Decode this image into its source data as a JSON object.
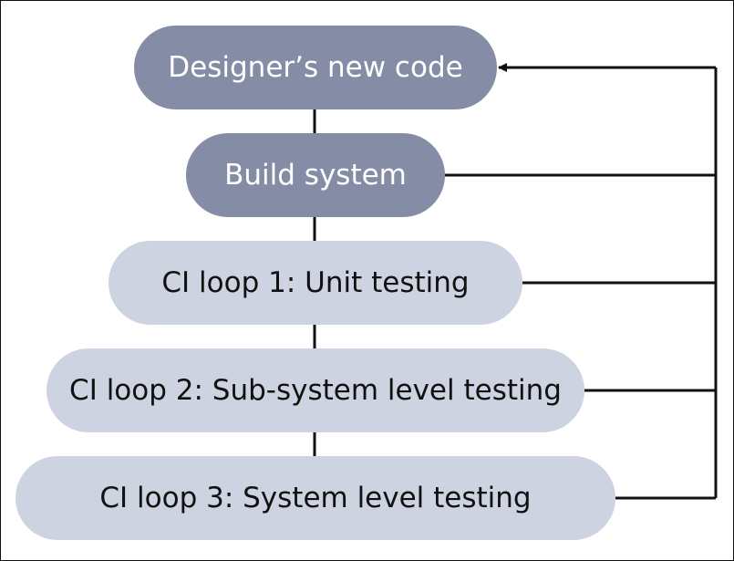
{
  "nodes": [
    {
      "label": "Designer’s new code",
      "fill": "#858da6",
      "text_color": "#ffffff"
    },
    {
      "label": "Build system",
      "fill": "#858da6",
      "text_color": "#ffffff"
    },
    {
      "label": "CI loop 1: Unit testing",
      "fill": "#cdd3e0",
      "text_color": "#111111"
    },
    {
      "label": "CI loop 2: Sub-system level testing",
      "fill": "#cdd3e0",
      "text_color": "#111111"
    },
    {
      "label": "CI loop 3: System level testing",
      "fill": "#cdd3e0",
      "text_color": "#111111"
    }
  ],
  "colors": {
    "line": "#111111",
    "border": "#111111",
    "background": "#ffffff"
  }
}
